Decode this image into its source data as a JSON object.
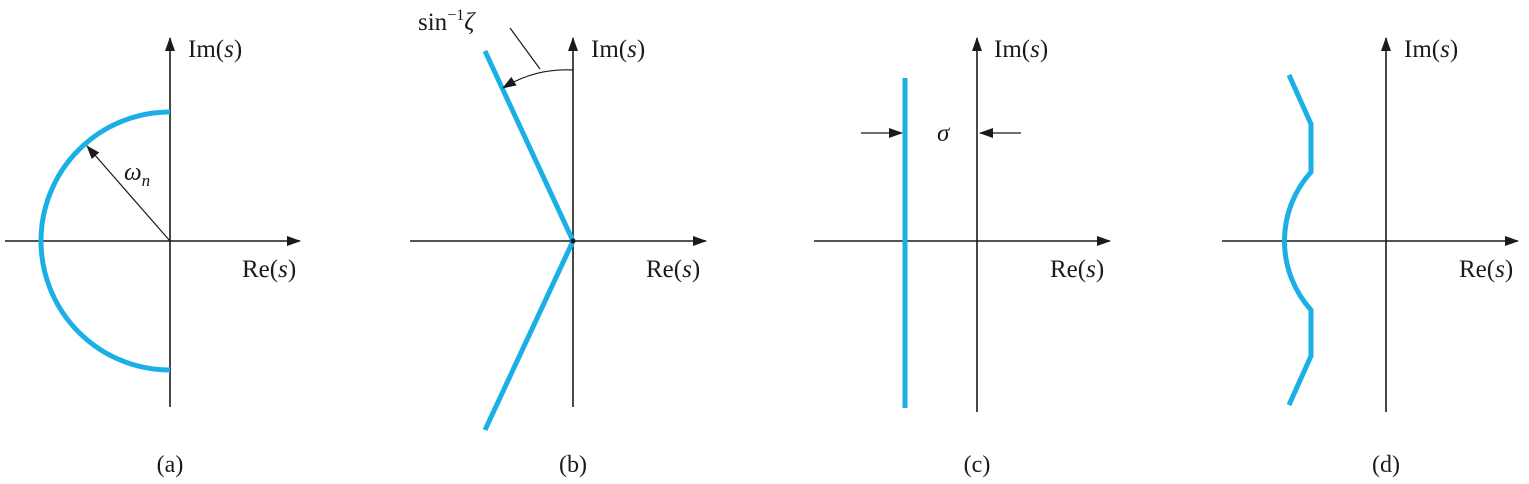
{
  "panels": [
    {
      "id": "a",
      "caption": "(a)",
      "im_label": "Im(s)",
      "re_label": "Re(s)",
      "annotation": "ωn"
    },
    {
      "id": "b",
      "caption": "(b)",
      "im_label": "Im(s)",
      "re_label": "Re(s)",
      "annotation": "sin−1ζ"
    },
    {
      "id": "c",
      "caption": "(c)",
      "im_label": "Im(s)",
      "re_label": "Re(s)",
      "annotation": "σ"
    },
    {
      "id": "d",
      "caption": "(d)",
      "im_label": "Im(s)",
      "re_label": "Re(s)"
    }
  ],
  "labels": {
    "im_prefix": "Im(",
    "re_prefix": "Re(",
    "var": "s",
    "suffix": ")",
    "omega": "ω",
    "omega_sub": "n",
    "sin": "sin",
    "inv": "−1",
    "zeta": "ζ",
    "sigma": "σ"
  },
  "colors": {
    "curve": "#1ab0e6",
    "axis": "#1a1a1a"
  }
}
